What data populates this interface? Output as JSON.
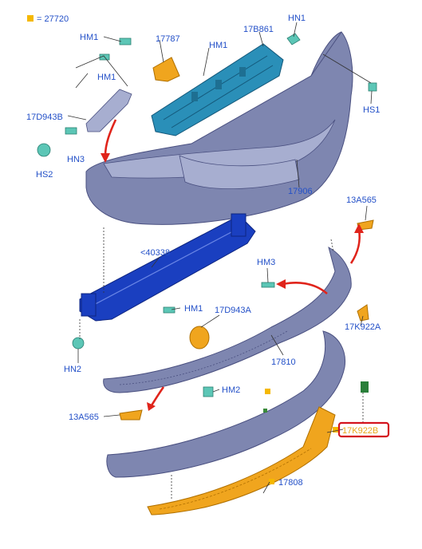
{
  "legend": {
    "swatch_color": "#f5b800",
    "text": "= 27720"
  },
  "labels": {
    "hm1_top_left": "HM1",
    "p17787": "17787",
    "hm1_top_mid": "HM1",
    "p17b861": "17B861",
    "hn1": "HN1",
    "hm1_left2": "HM1",
    "p17d943b": "17D943B",
    "hs1": "HS1",
    "hn3": "HN3",
    "hs2": "HS2",
    "p17906": "17906",
    "p13a565_right": "13A565",
    "p40338": "<40338",
    "hm3": "HM3",
    "hm1_mid": "HM1",
    "p17d943a": "17D943A",
    "p17k922a": "17K922A",
    "hn2": "HN2",
    "p17810": "17810",
    "hm2": "HM2",
    "p13a565_left": "13A565",
    "p17k922b": "17K922B",
    "p17808": "17808"
  },
  "colors": {
    "highlight_border": "#d4141e",
    "highlight_text": "#e8a81a",
    "callout_text": "#2350c8",
    "arrow": "#e0241b"
  }
}
